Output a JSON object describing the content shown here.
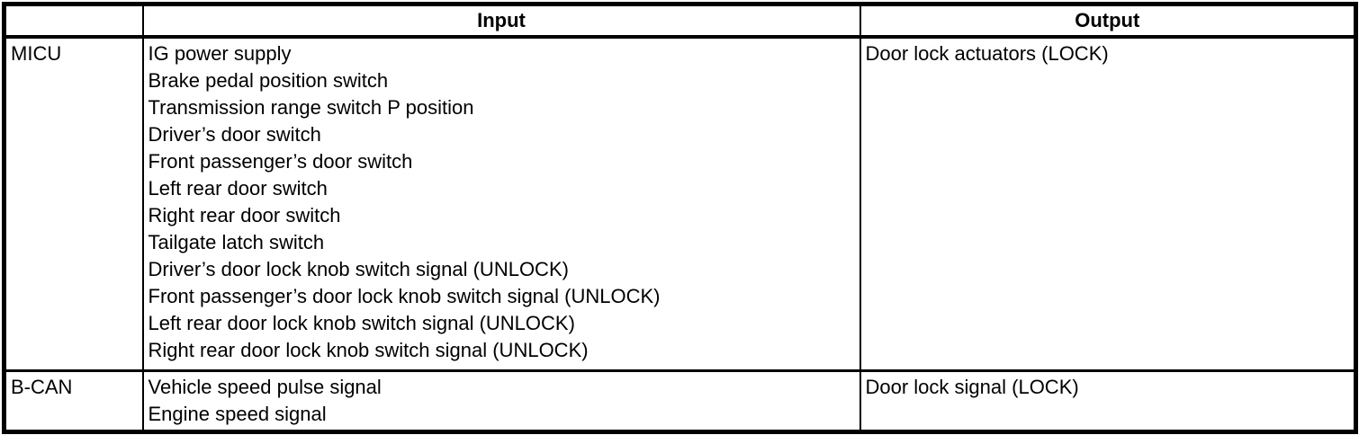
{
  "table": {
    "headers": {
      "source": "",
      "input": "Input",
      "output": "Output"
    },
    "rows": [
      {
        "source": "MICU",
        "inputs": [
          "IG power supply",
          "Brake pedal position switch",
          "Transmission range switch P position",
          "Driver’s door switch",
          "Front passenger’s door switch",
          "Left rear door switch",
          "Right rear door switch",
          "Tailgate latch switch",
          "Driver’s door lock knob switch signal (UNLOCK)",
          "Front passenger’s door lock knob switch signal (UNLOCK)",
          "Left rear door lock knob switch signal (UNLOCK)",
          "Right rear door lock knob switch signal (UNLOCK)"
        ],
        "outputs": [
          "Door lock actuators (LOCK)"
        ]
      },
      {
        "source": "B-CAN",
        "inputs": [
          "Vehicle speed pulse signal",
          "Engine speed signal"
        ],
        "outputs": [
          "Door lock signal (LOCK)"
        ]
      }
    ],
    "colors": {
      "border": "#000000",
      "background": "#ffffff",
      "text": "#000000"
    }
  }
}
